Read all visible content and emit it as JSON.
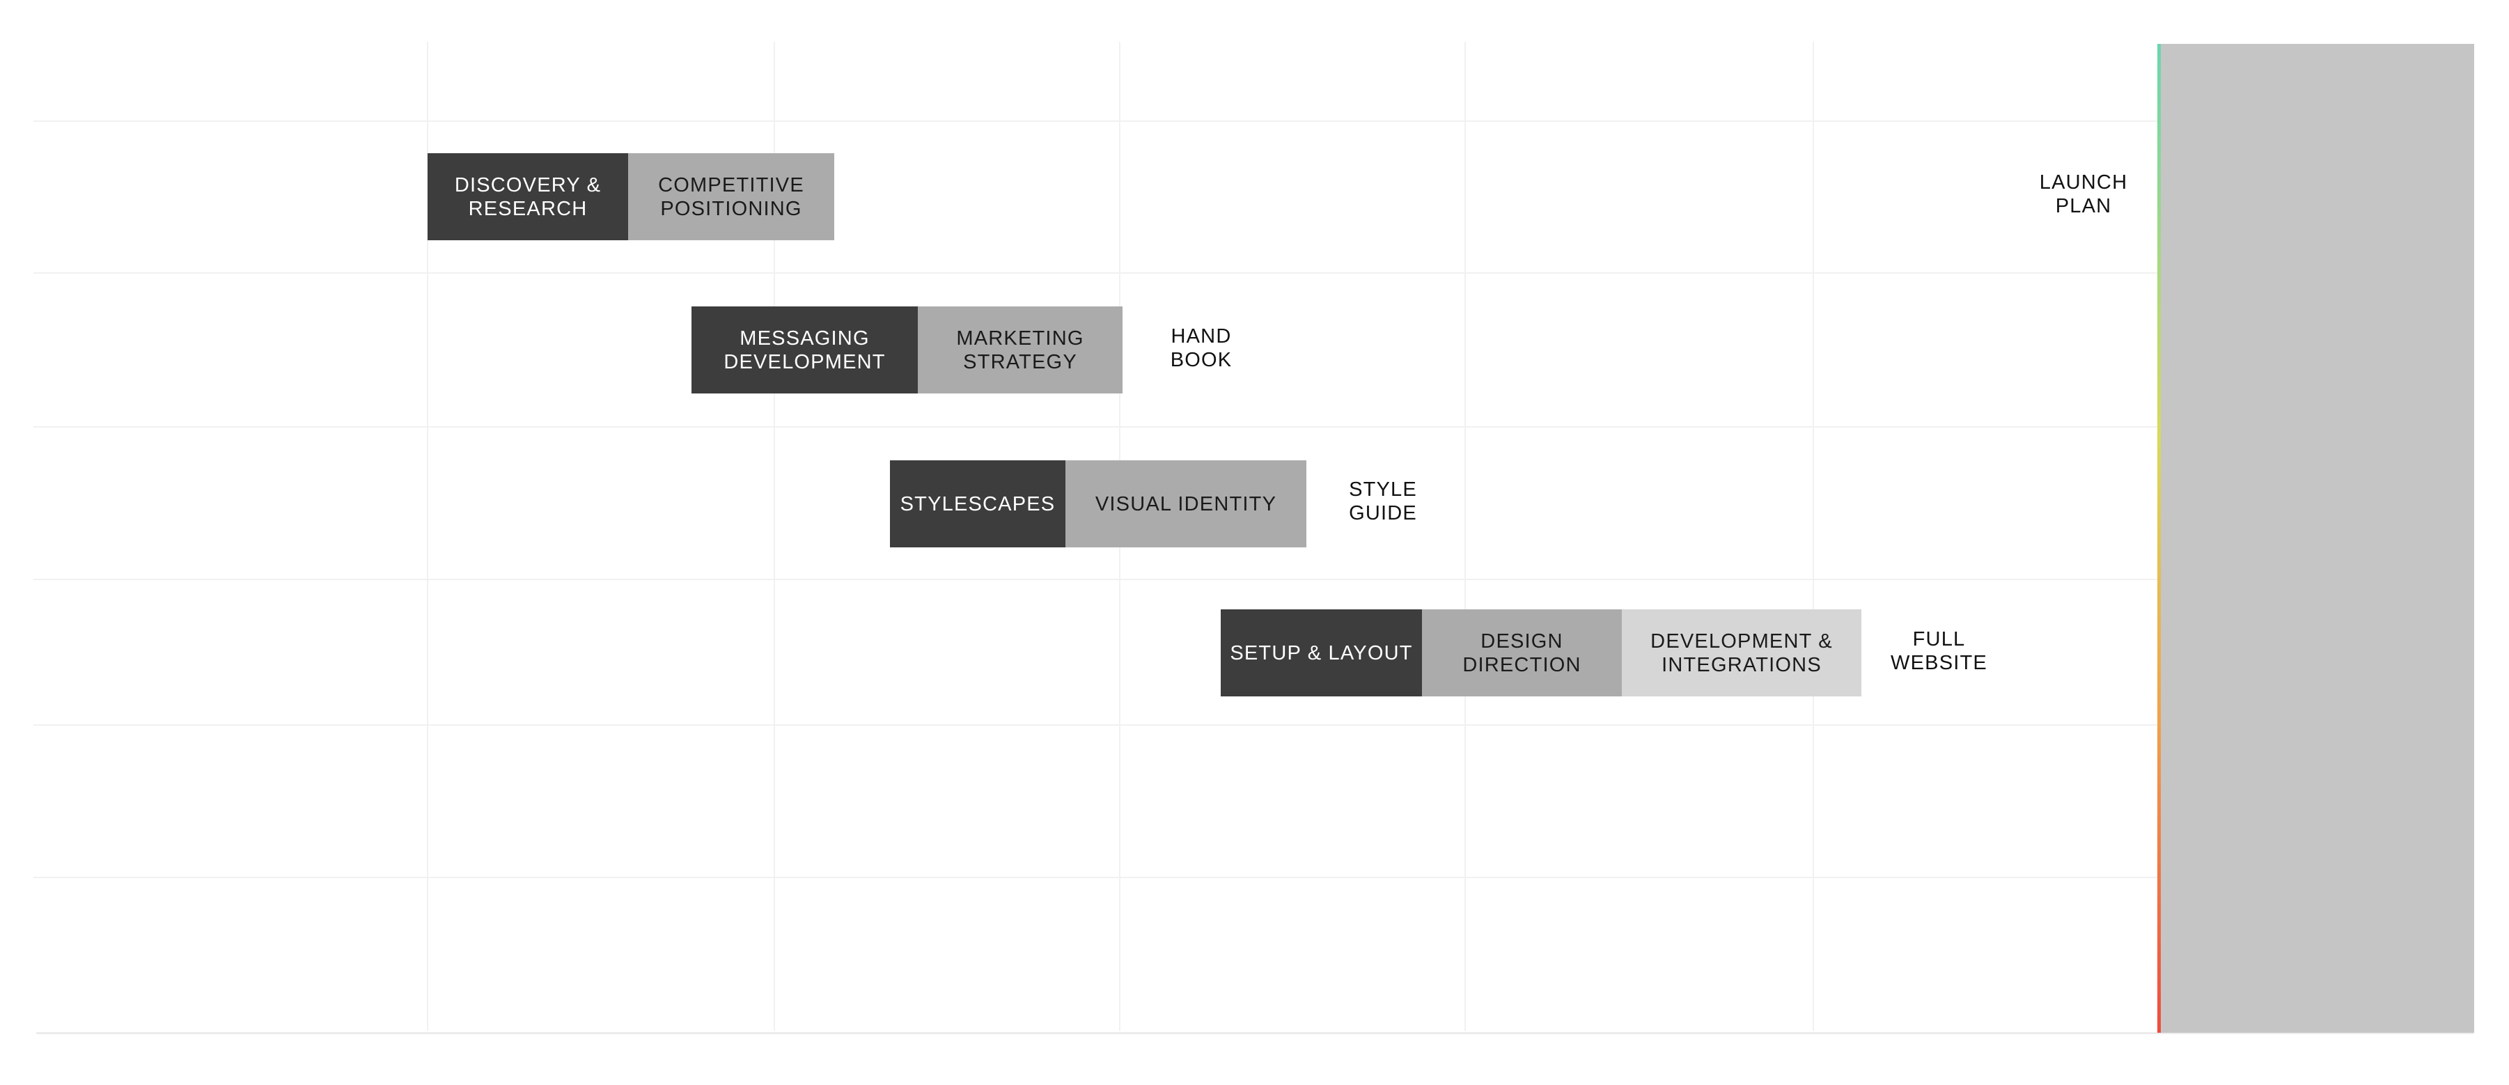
{
  "colors": {
    "phase_primary": "#3d3d3d",
    "phase_secondary": "#ababab",
    "phase_tertiary": "#d6d6d6",
    "launch_zone": "#c5c5c5",
    "launch_line_gradient": [
      "#69d6b0",
      "#d9d95a",
      "#f0a24a",
      "#ee4b3f"
    ]
  },
  "rows": [
    {
      "tasks": [
        {
          "label": "DISCOVERY &\nRESEARCH",
          "style": "dark"
        },
        {
          "label": "COMPETITIVE\nPOSITIONING",
          "style": "mid"
        }
      ],
      "deliverable": "LAUNCH\nPLAN"
    },
    {
      "tasks": [
        {
          "label": "MESSAGING\nDEVELOPMENT",
          "style": "dark"
        },
        {
          "label": "MARKETING\nSTRATEGY",
          "style": "mid"
        }
      ],
      "deliverable": "HAND\nBOOK"
    },
    {
      "tasks": [
        {
          "label": "STYLESCAPES",
          "style": "dark"
        },
        {
          "label": "VISUAL IDENTITY",
          "style": "mid"
        }
      ],
      "deliverable": "STYLE\nGUIDE"
    },
    {
      "tasks": [
        {
          "label": "SETUP & LAYOUT",
          "style": "dark"
        },
        {
          "label": "DESIGN\nDIRECTION",
          "style": "mid"
        },
        {
          "label": "DEVELOPMENT &\nINTEGRATIONS",
          "style": "light"
        }
      ],
      "deliverable": "FULL\nWEBSITE"
    }
  ]
}
